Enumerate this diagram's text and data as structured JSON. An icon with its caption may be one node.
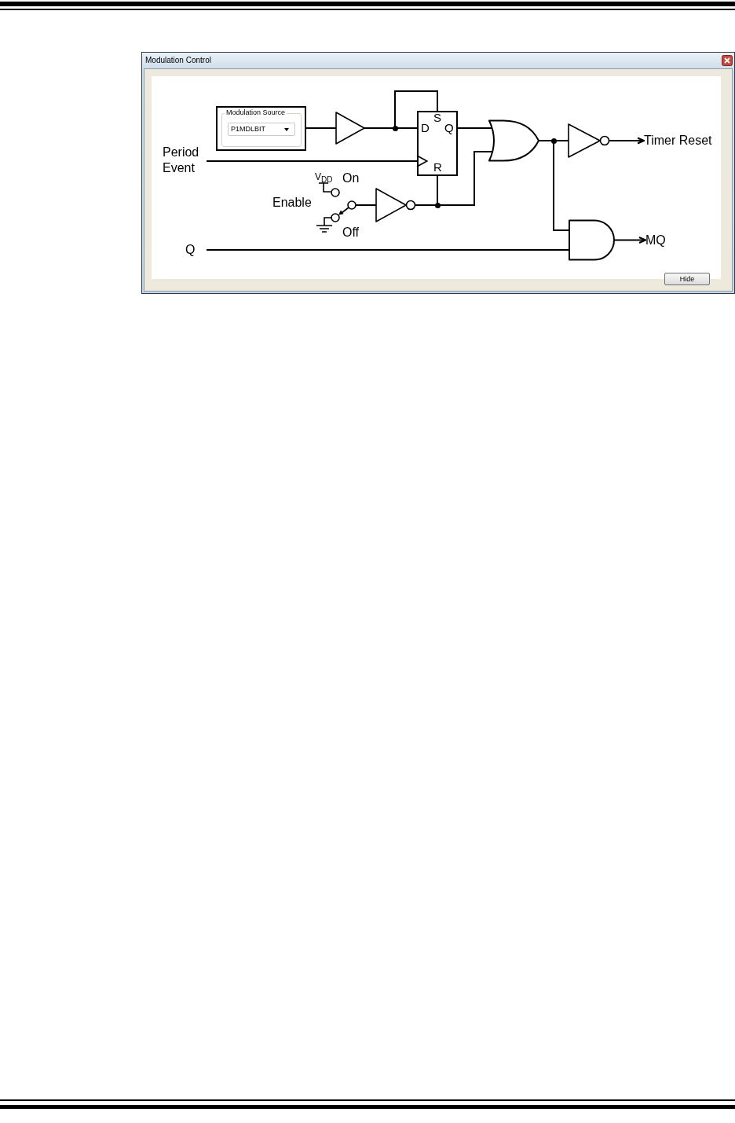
{
  "diagram": {
    "title": "Modulation Control",
    "nodes": [
      {
        "text": [
          "Modulation Source"
        ]
      },
      {
        "text": [
          "P1MDLBIT"
        ],
        "in": 0
      },
      {
        "text": [],
        "shape": "triangle"
      },
      {
        "text": [
          "S",
          "D",
          "Q",
          "R"
        ]
      },
      {
        "text": [],
        "shape": "or-gate"
      },
      {
        "text": [],
        "shape": "inverter"
      },
      {
        "text": [
          "Timer Reset"
        ]
      },
      {
        "text": [
          "Period Event"
        ]
      },
      {
        "text": [],
        "shape": "switch",
        "beside": [
          "V$_{DD}$",
          "On",
          "Enable",
          "Off"
        ]
      },
      {
        "text": [],
        "shape": "inverter"
      },
      {
        "text": [],
        "shape": "and-gate"
      },
      {
        "text": [
          "MQ"
        ]
      },
      {
        "text": [
          "Q"
        ]
      }
    ],
    "edges": [
      {
        "from": 0,
        "to": 2,
        "arrow": "none"
      },
      {
        "from": 2,
        "to": 3,
        "arrow": "none"
      },
      {
        "from": 2,
        "to": 3,
        "arrow": "none"
      },
      {
        "from": 3,
        "to": 4,
        "arrow": "none"
      },
      {
        "from": 4,
        "to": 5,
        "arrow": "none"
      },
      {
        "from": 5,
        "to": 6,
        "arrow": "to"
      },
      {
        "from": 7,
        "to": 3,
        "arrow": "to"
      },
      {
        "from": 4,
        "to": 10,
        "arrow": "none"
      },
      {
        "from": 8,
        "to": 9,
        "arrow": "none"
      },
      {
        "from": 9,
        "to": 3,
        "arrow": "none"
      },
      {
        "from": 9,
        "to": 4,
        "arrow": "none"
      },
      {
        "from": 12,
        "to": 10,
        "arrow": "none"
      },
      {
        "from": 10,
        "to": 11,
        "arrow": "to"
      }
    ],
    "labels": [
      "Hide"
    ]
  }
}
